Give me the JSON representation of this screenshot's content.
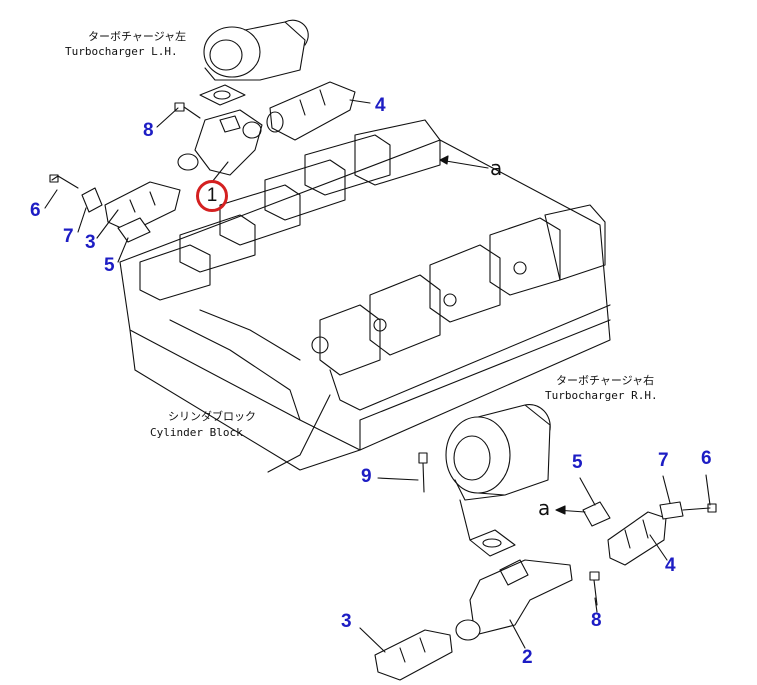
{
  "accent_color": "#1d1dc4",
  "highlight_color": "#d42020",
  "labels": {
    "turbo_lh_jp": "ターボチャージャ左",
    "turbo_lh_en": "Turbocharger L.H.",
    "turbo_rh_jp": "ターボチャージャ右",
    "turbo_rh_en": "Turbocharger R.H.",
    "block_jp": "シリンダブロック",
    "block_en": "Cylinder Block",
    "ref_a_top": "a",
    "ref_a_bottom": "a"
  },
  "callouts": {
    "highlighted": "1",
    "lh_4": "4",
    "lh_8": "8",
    "lh_6": "6",
    "lh_7": "7",
    "lh_3": "3",
    "lh_5": "5",
    "rh_5": "5",
    "rh_7": "7",
    "rh_6": "6",
    "rh_9": "9",
    "rh_4": "4",
    "rh_8": "8",
    "rh_3": "3",
    "rh_2": "2"
  }
}
